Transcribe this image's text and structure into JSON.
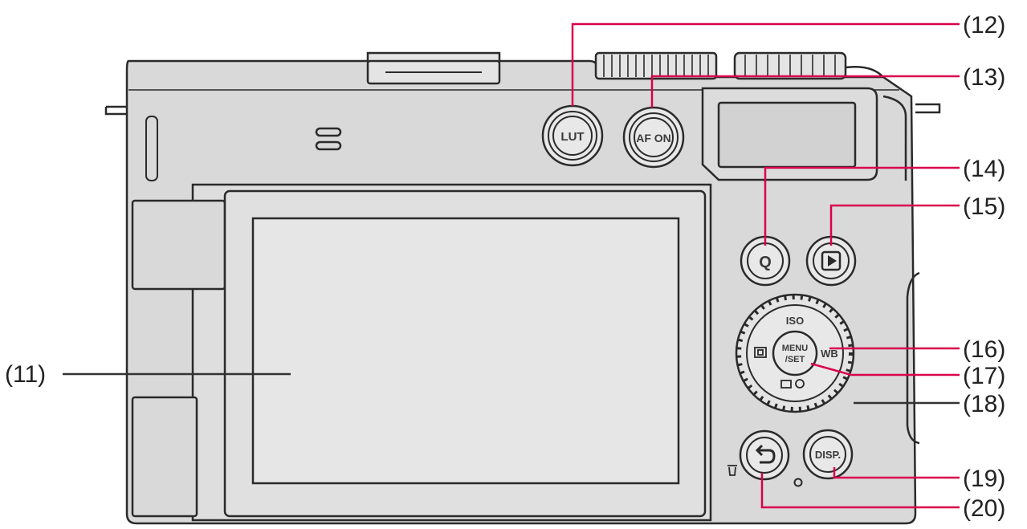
{
  "colors": {
    "body_fill": "#d9d9d9",
    "outline": "#2a2a2a",
    "screen_fill": "#e2e2e2",
    "leader_red": "#d9004c",
    "leader_dark": "#333333",
    "text": "#222222"
  },
  "buttons": {
    "lut": "LUT",
    "afon": "AF ON",
    "quick_menu": "Q",
    "menu_line1": "MENU",
    "menu_line2": "/SET",
    "disp": "DISP.",
    "dial_top": "ISO",
    "dial_right": "WB",
    "dial_left_icon": "focus-area-icon",
    "dial_bottom_icon": "drive-mode-icon",
    "playback_icon": "play-icon",
    "back_icon": "return-arrow-icon",
    "delete_icon": "trash-icon"
  },
  "callouts": {
    "c11": "(11)",
    "c12": "(12)",
    "c13": "(13)",
    "c14": "(14)",
    "c15": "(15)",
    "c16": "(16)",
    "c17": "(17)",
    "c18": "(18)",
    "c19": "(19)",
    "c20": "(20)"
  }
}
